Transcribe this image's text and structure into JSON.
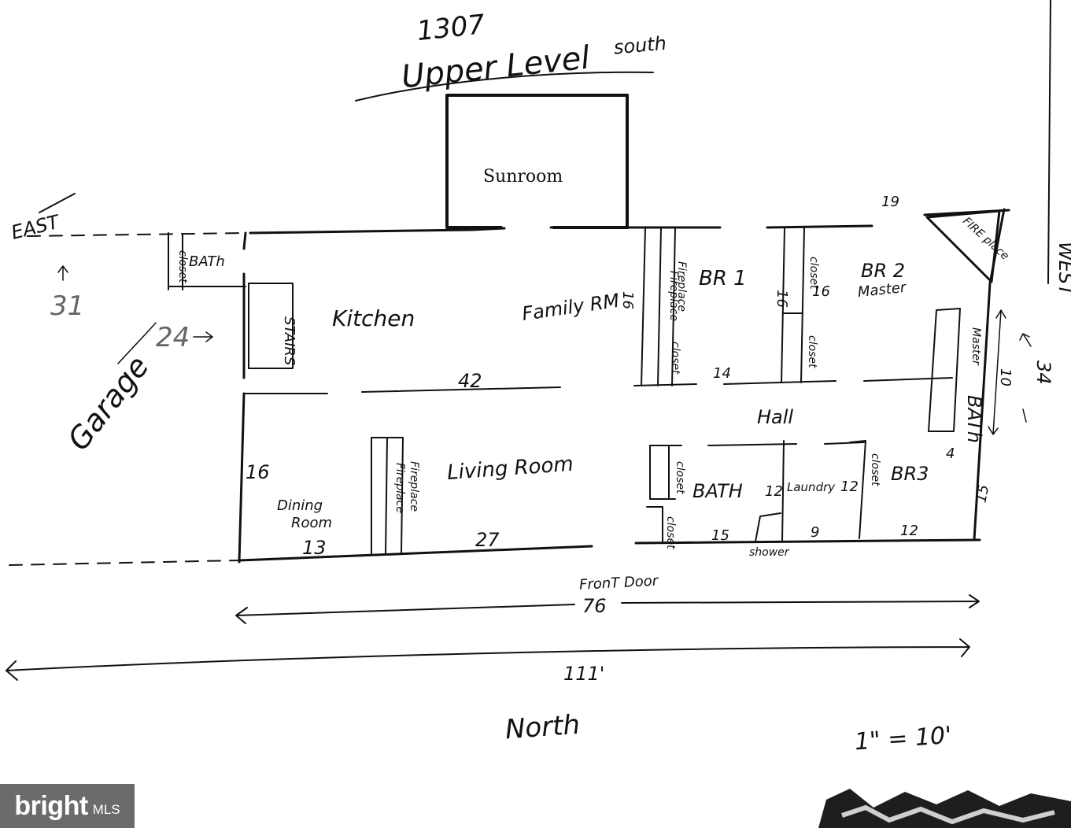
{
  "title": {
    "number": "1307",
    "level": "Upper Level",
    "direction": "south"
  },
  "compass": {
    "east": "EAST",
    "west": "WEST",
    "north": "North"
  },
  "rooms": {
    "sunroom": "Sunroom",
    "kitchen": "Kitchen",
    "family_rm": "Family RM",
    "br1": "BR 1",
    "br2": "BR 2",
    "master": "Master",
    "master_bath_1": "Master",
    "master_bath_2": "BATh",
    "hall": "Hall",
    "living_room": "Living Room",
    "dining_room_1": "Dining",
    "dining_room_2": "Room",
    "bath_lower": "BATH",
    "laundry": "Laundry",
    "br3": "BR3",
    "bath_upper_left": "BATh",
    "stairs": "STAIRS",
    "garage": "Garage"
  },
  "labels": {
    "closet": "closet",
    "fireplace": "Fireplace",
    "fire_place": "FIRE place",
    "shower": "shower",
    "front_door": "FronT Door",
    "scale": "1\" = 10'"
  },
  "dimensions": {
    "d31": "31",
    "d24": "24",
    "d42": "42",
    "d16_left": "16",
    "d13": "13",
    "d27": "27",
    "d76": "76",
    "d111": "111'",
    "d19": "19",
    "d16_fam": "16",
    "d16_br1": "16",
    "d16_br2": "16",
    "d14": "14",
    "d10": "10",
    "d34": "34",
    "d4": "4",
    "d15_right": "15",
    "d12_bath": "12",
    "d12_laundry": "12",
    "d15_bath": "15",
    "d9": "9",
    "d12_br3": "12"
  },
  "badge": {
    "brand": "bright",
    "suffix": "MLS"
  }
}
